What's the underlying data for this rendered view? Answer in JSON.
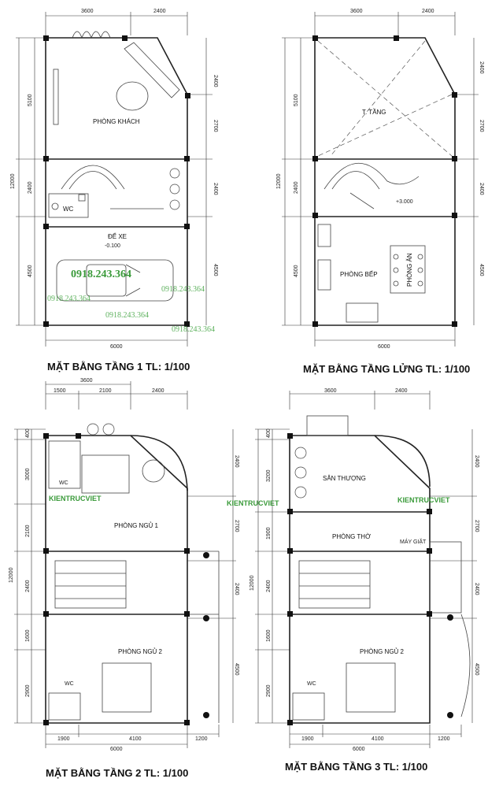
{
  "plans": [
    {
      "caption": "MẶT BẰNG TẦNG 1 TL: 1/100",
      "top_dims": [
        "3600",
        "2400"
      ],
      "left_dims": [
        "5100",
        "2400",
        "4500"
      ],
      "left_total": "12000",
      "right_dims": [
        "2400",
        "2700",
        "2400",
        "4500"
      ],
      "bottom_dims": [
        "6000"
      ],
      "rooms": [
        "PHÒNG KHÁCH",
        "WC",
        "ĐỂ XE",
        "-0.100"
      ]
    },
    {
      "caption": "MẶT BẰNG TẦNG LỬNG TL: 1/100",
      "top_dims": [
        "3600",
        "2400"
      ],
      "left_dims": [
        "5100",
        "2400",
        "4500"
      ],
      "left_total": "12000",
      "right_dims": [
        "2400",
        "2700",
        "2400",
        "4500"
      ],
      "bottom_dims": [
        "6000"
      ],
      "rooms": [
        "T. TẦNG",
        "+3.000",
        "PHÒNG BẾP",
        "PHÒNG ĂN"
      ]
    },
    {
      "caption": "MẶT BẰNG TẦNG 2 TL: 1/100",
      "top_dims": [
        "3600",
        "1500",
        "2100",
        "2400"
      ],
      "left_dims": [
        "400",
        "3000",
        "2100",
        "2400",
        "1600",
        "2900"
      ],
      "left_total": "12000",
      "right_dims": [
        "2400",
        "2700",
        "2400",
        "4500"
      ],
      "bottom_dims": [
        "1900",
        "4100",
        "1200",
        "6000"
      ],
      "rooms": [
        "WC",
        "PHÒNG NGỦ 1",
        "PHÒNG NGỦ 2",
        "WC"
      ]
    },
    {
      "caption": "MẶT BẰNG TẦNG 3 TL: 1/100",
      "top_dims": [
        "3600",
        "2400"
      ],
      "left_dims": [
        "400",
        "3200",
        "1900",
        "2400",
        "1600",
        "2900"
      ],
      "left_total": "12000",
      "right_dims": [
        "2400",
        "2700",
        "2400",
        "4500"
      ],
      "bottom_dims": [
        "1900",
        "4100",
        "1200",
        "6000"
      ],
      "rooms": [
        "SÂN THƯỢNG",
        "PHÒNG THỜ",
        "MÁY GIẶT",
        "PHÒNG NGỦ 2",
        "WC"
      ]
    }
  ],
  "watermarks": {
    "phone": "0918.243.364",
    "brand": "KIENTRUCVIET"
  },
  "colors": {
    "watermark": "#3a9a3a",
    "line": "#222222"
  }
}
